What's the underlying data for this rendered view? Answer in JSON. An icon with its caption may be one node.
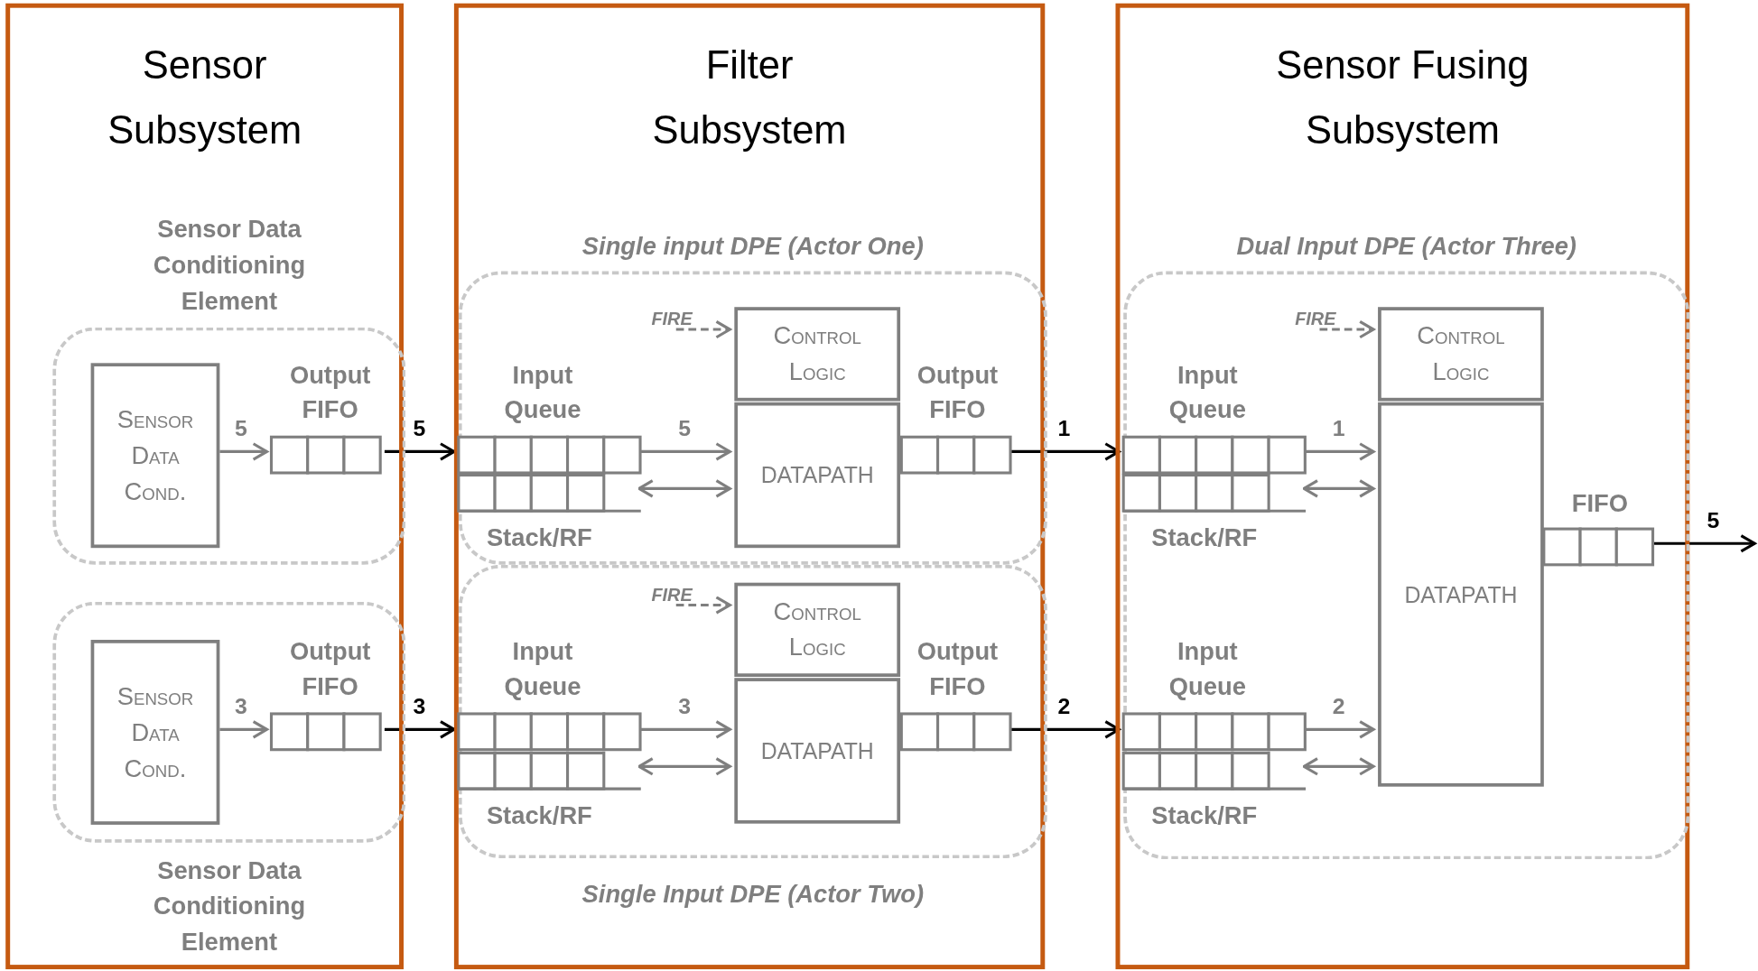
{
  "diagram": {
    "nodes": [
      {
        "text": [
          "Sensor Subsystem"
        ]
      },
      {
        "text": [
          "Sensor Data Conditioning Element"
        ],
        "in": 0
      },
      {
        "text": [
          "Sensor Data Cond."
        ],
        "in": 1
      },
      {
        "text": [
          "Output FIFO"
        ],
        "in": 1
      },
      {
        "text": [
          "Sensor Data Conditioning Element"
        ],
        "in": 0
      },
      {
        "text": [
          "Sensor Data Cond."
        ],
        "in": 4
      },
      {
        "text": [
          "Output FIFO"
        ],
        "in": 4
      },
      {
        "text": [
          "Filter Subsystem"
        ]
      },
      {
        "text": [
          "Single input DPE (Actor One)"
        ],
        "in": 7
      },
      {
        "text": [
          "Input Queue"
        ],
        "in": 8
      },
      {
        "text": [
          "Stack/RF"
        ],
        "in": 8
      },
      {
        "text": [
          "Control Logic"
        ],
        "in": 8
      },
      {
        "text": [
          "DATAPATH"
        ],
        "in": 8
      },
      {
        "text": [
          "Output FIFO"
        ],
        "in": 8
      },
      {
        "text": [
          "Single Input DPE (Actor Two)"
        ],
        "in": 7
      },
      {
        "text": [
          "Input Queue"
        ],
        "in": 14
      },
      {
        "text": [
          "Stack/RF"
        ],
        "in": 14
      },
      {
        "text": [
          "Control Logic"
        ],
        "in": 14
      },
      {
        "text": [
          "DATAPATH"
        ],
        "in": 14
      },
      {
        "text": [
          "Output FIFO"
        ],
        "in": 14
      },
      {
        "text": [
          "Sensor Fusing Subsystem"
        ]
      },
      {
        "text": [
          "Dual Input DPE (Actor Three)"
        ],
        "in": 20
      },
      {
        "text": [
          "Input Queue"
        ],
        "in": 21
      },
      {
        "text": [
          "Stack/RF"
        ],
        "in": 21
      },
      {
        "text": [
          "Input Queue"
        ],
        "in": 21
      },
      {
        "text": [
          "Stack/RF"
        ],
        "in": 21
      },
      {
        "text": [
          "Control Logic"
        ],
        "in": 21
      },
      {
        "text": [
          "DATAPATH"
        ],
        "in": 21
      },
      {
        "text": [
          "FIFO"
        ],
        "in": 21
      }
    ],
    "edges": [
      {
        "from": 2,
        "to": 3,
        "arrow": "to",
        "label": "5"
      },
      {
        "from": 3,
        "to": 9,
        "arrow": "to",
        "label": "5",
        "color": "#000000"
      },
      {
        "from": null,
        "to": 11,
        "arrow": "to",
        "label": "FIRE",
        "style": "dashed"
      },
      {
        "from": 9,
        "to": 12,
        "arrow": "to",
        "label": "5"
      },
      {
        "from": 10,
        "to": 12,
        "arrow": "both"
      },
      {
        "from": 13,
        "to": 22,
        "arrow": "to",
        "label": "1",
        "color": "#000000"
      },
      {
        "from": 5,
        "to": 6,
        "arrow": "to",
        "label": "3"
      },
      {
        "from": 6,
        "to": 15,
        "arrow": "to",
        "label": "3",
        "color": "#000000"
      },
      {
        "from": null,
        "to": 17,
        "arrow": "to",
        "label": "FIRE",
        "style": "dashed"
      },
      {
        "from": 15,
        "to": 18,
        "arrow": "to",
        "label": "3"
      },
      {
        "from": 16,
        "to": 18,
        "arrow": "both"
      },
      {
        "from": 19,
        "to": 24,
        "arrow": "to",
        "label": "2",
        "color": "#000000"
      },
      {
        "from": null,
        "to": 26,
        "arrow": "to",
        "label": "FIRE",
        "style": "dashed"
      },
      {
        "from": 22,
        "to": 27,
        "arrow": "to",
        "label": "1"
      },
      {
        "from": 23,
        "to": 27,
        "arrow": "both"
      },
      {
        "from": 24,
        "to": 27,
        "arrow": "to",
        "label": "2"
      },
      {
        "from": 25,
        "to": 27,
        "arrow": "both"
      },
      {
        "from": 28,
        "to": null,
        "arrow": "to",
        "label": "5",
        "color": "#000000"
      }
    ]
  }
}
